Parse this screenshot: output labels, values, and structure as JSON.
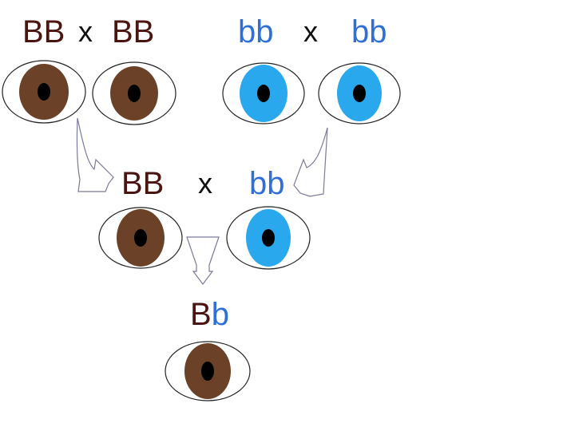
{
  "colors": {
    "brown_iris": "#6b4128",
    "blue_iris": "#2aa8ee",
    "pupil": "#000000",
    "eye_outline": "#222222",
    "arrow_outline": "#7a7a9a",
    "dark_label": "#4a1410",
    "blue_label": "#2f6fd6"
  },
  "grandparents": {
    "left_pair": {
      "genotype_a": "BB",
      "cross": "x",
      "genotype_b": "BB",
      "eye_color": "brown"
    },
    "right_pair": {
      "genotype_a": "bb",
      "cross": "x",
      "genotype_b": "bb",
      "eye_color": "blue"
    }
  },
  "parents": {
    "genotype_a": "BB",
    "cross": "x",
    "genotype_b": "bb"
  },
  "offspring": {
    "dominant_allele": "B",
    "recessive_allele": "b",
    "eye_color": "brown"
  },
  "icons": [
    "eye-icon",
    "arrow-icon"
  ]
}
